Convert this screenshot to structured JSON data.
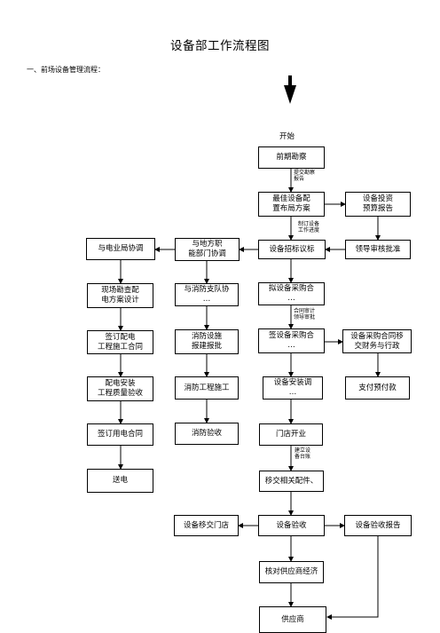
{
  "title": "设备部工作流程图",
  "section_heading": "一、前场设备管理流程：",
  "flow": {
    "start_label": "开始",
    "boxes": {
      "preliminary_survey": "前期勘察",
      "optimal_layout": "最佳设备配\n置布局方案",
      "investment_report": "设备投资\n预算报告",
      "utility_coordination": "与电业局协调",
      "local_dept_coordination": "与地方职\n能部门协调",
      "bidding": "设备招标议标",
      "leader_approval": "领导审核批准",
      "site_survey_design": "现场勘查配\n电方案设计",
      "fire_brigade_coordination": "与消防支队协\n…",
      "draft_purchase_contract": "拟设备采购合\n…",
      "sign_distribution_contract": "签订配电\n工程施工合同",
      "fire_facility_approval": "消防设施\n报建报批",
      "sign_purchase_contract": "签设备采购合\n…",
      "contract_to_finance": "设备采购合同移\n交财务与行政",
      "distribution_acceptance": "配电安装\n工程质量验收",
      "fire_construction": "消防工程施工",
      "equipment_installation": "设备安装调\n…",
      "advance_payment": "支付预付款",
      "sign_power_contract": "签订用电合同",
      "fire_acceptance": "消防验收",
      "store_opening": "门店开业",
      "power_on": "送电",
      "handover_parts": "移交相关配件、",
      "handover_to_store": "设备移交门店",
      "equipment_acceptance": "设备验收",
      "acceptance_report": "设备验收报告",
      "verify_supplier": "核对供应商经济",
      "supplier": "供应商"
    },
    "edge_labels": {
      "after_survey": "提交勘察\n报告",
      "after_layout": "制订设备\n工作进度",
      "after_draft_contract": "合同审计\n领导审批",
      "after_opening": "建立设\n备台账"
    }
  }
}
